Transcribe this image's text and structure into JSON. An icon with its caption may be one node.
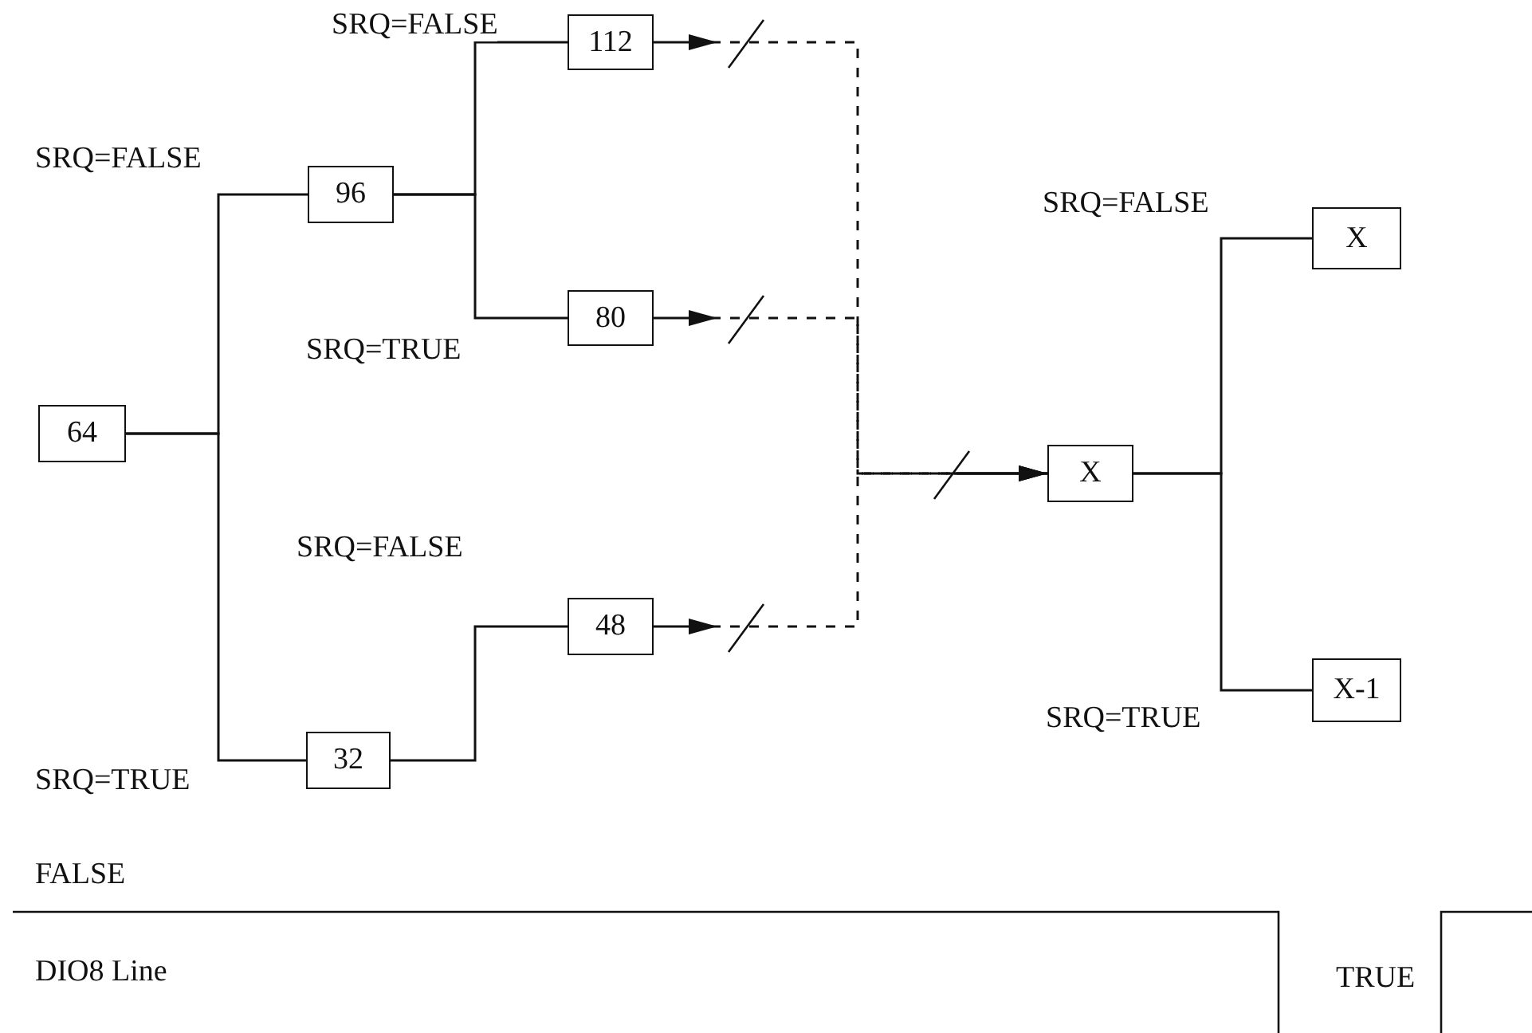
{
  "diagram": {
    "nodes": [
      {
        "text": [
          "64"
        ]
      },
      {
        "text": [
          "96"
        ]
      },
      {
        "text": [
          "32"
        ]
      },
      {
        "text": [
          "112"
        ]
      },
      {
        "text": [
          "80"
        ]
      },
      {
        "text": [
          "48"
        ]
      },
      {
        "text": [
          "X"
        ]
      },
      {
        "text": [
          "X"
        ]
      },
      {
        "text": [
          "X-1"
        ]
      }
    ],
    "edges": [
      {
        "from": 0,
        "to": 1,
        "arrow": "none",
        "label": "SRQ=FALSE"
      },
      {
        "from": 0,
        "to": 2,
        "arrow": "none",
        "label": "SRQ=TRUE"
      },
      {
        "from": 1,
        "to": 3,
        "arrow": "none",
        "label": "SRQ=FALSE"
      },
      {
        "from": 1,
        "to": 4,
        "arrow": "none",
        "label": "SRQ=TRUE"
      },
      {
        "from": 2,
        "to": 5,
        "arrow": "none",
        "label": "SRQ=FALSE"
      },
      {
        "from": 3,
        "to": 6,
        "arrow": "to",
        "style": "dashed"
      },
      {
        "from": 4,
        "to": 6,
        "arrow": "to",
        "style": "dashed"
      },
      {
        "from": 5,
        "to": 6,
        "arrow": "to",
        "style": "dashed"
      },
      {
        "from": 6,
        "to": 7,
        "arrow": "none",
        "label": "SRQ=FALSE"
      },
      {
        "from": 6,
        "to": 8,
        "arrow": "none",
        "label": "SRQ=TRUE"
      }
    ],
    "labels": [
      "FALSE",
      "DIO8 Line",
      "TRUE"
    ]
  }
}
